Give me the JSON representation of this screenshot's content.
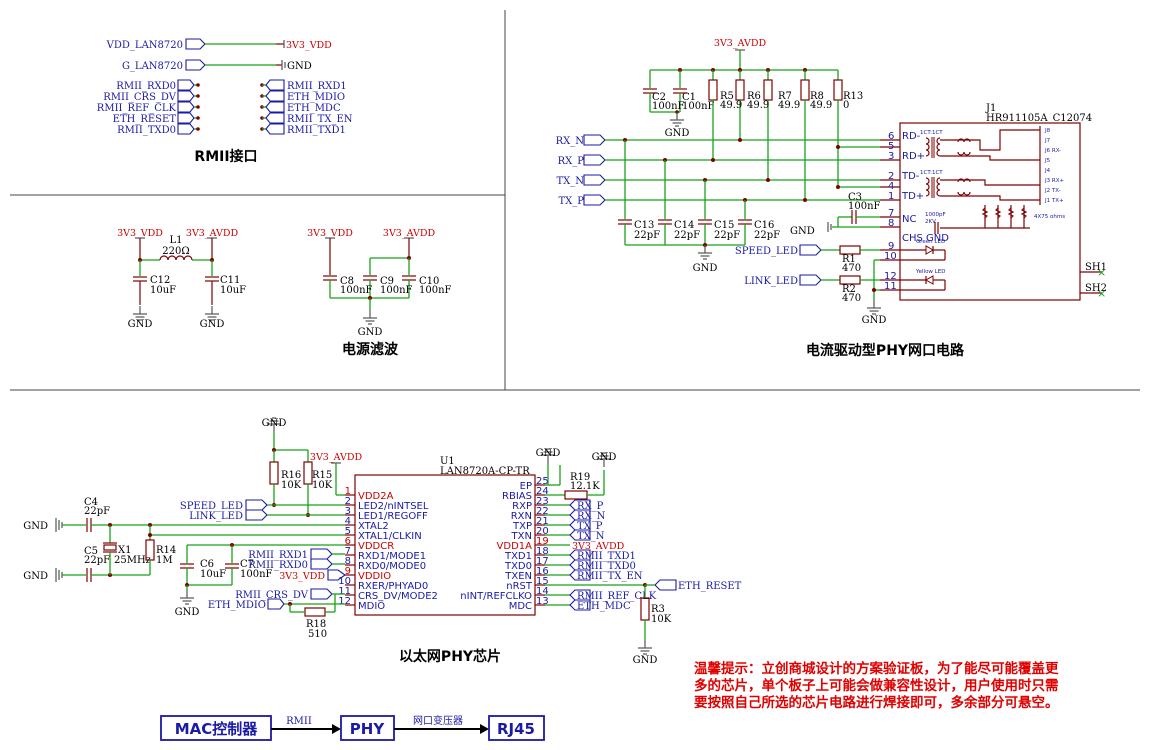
{
  "sections": {
    "rmii": {
      "title": "RMII接口"
    },
    "power": {
      "title": "电源滤波"
    },
    "phy_drive": {
      "title": "电流驱动型PHY网口电路"
    },
    "chip": {
      "title": "以太网PHY芯片"
    }
  },
  "rmii_interface": {
    "power_ports": [
      {
        "port": "VDD_LAN8720",
        "net": "3V3_VDD"
      },
      {
        "port": "G_LAN8720",
        "net": "GND"
      }
    ],
    "left_ports": [
      "RMII_RXD0",
      "RMII_CRS_DV",
      "RMII_REF_CLK",
      "ETH_RESET",
      "RMII_TXD0"
    ],
    "right_ports": [
      "RMII_RXD1",
      "ETH_MDIO",
      "ETH_MDC",
      "RMII_TX_EN",
      "RMII_TXD1"
    ]
  },
  "power_filter": {
    "left_net": "3V3_VDD",
    "right_net": "3V3_AVDD",
    "inductor": {
      "ref": "L1",
      "value": "220Ω"
    },
    "caps_a": [
      {
        "ref": "C12",
        "value": "10uF"
      },
      {
        "ref": "C11",
        "value": "10uF"
      }
    ],
    "left_net2": "3V3_VDD",
    "right_net2": "3V3_AVDD",
    "caps_b": [
      {
        "ref": "C8",
        "value": "100nF"
      },
      {
        "ref": "C9",
        "value": "100nF"
      },
      {
        "ref": "C10",
        "value": "100nF"
      }
    ],
    "gnd": "GND"
  },
  "phy_circuit": {
    "supply_net": "3V3_AVDD",
    "top_caps": [
      {
        "ref": "C2",
        "value": "100nF"
      },
      {
        "ref": "C1",
        "value": "100nF"
      }
    ],
    "resistors": [
      {
        "ref": "R5",
        "value": "49.9"
      },
      {
        "ref": "R6",
        "value": "49.9"
      },
      {
        "ref": "R7",
        "value": "49.9"
      },
      {
        "ref": "R8",
        "value": "49.9"
      },
      {
        "ref": "R13",
        "value": "0"
      }
    ],
    "signal_ports": [
      "RX_N",
      "RX_P",
      "TX_N",
      "TX_P"
    ],
    "bottom_caps": [
      {
        "ref": "C13",
        "value": "22pF"
      },
      {
        "ref": "C14",
        "value": "22pF"
      },
      {
        "ref": "C15",
        "value": "22pF"
      },
      {
        "ref": "C16",
        "value": "22pF"
      }
    ],
    "c3": {
      "ref": "C3",
      "value": "100nF"
    },
    "led_ports": [
      "SPEED_LED",
      "LINK_LED"
    ],
    "led_resistors": [
      {
        "ref": "R1",
        "value": "470"
      },
      {
        "ref": "R2",
        "value": "470"
      }
    ],
    "gnd": "GND",
    "connector": {
      "ref": "J1",
      "part": "HR911105A_C12074",
      "pins": [
        {
          "num": "6",
          "name": "RD-"
        },
        {
          "num": "5",
          "name": ""
        },
        {
          "num": "3",
          "name": "RD+"
        },
        {
          "num": "2",
          "name": "TD-"
        },
        {
          "num": "4",
          "name": ""
        },
        {
          "num": "1",
          "name": "TD+"
        },
        {
          "num": "7",
          "name": "NC"
        },
        {
          "num": "8",
          "name": "CHS GND"
        },
        {
          "num": "9",
          "name": ""
        },
        {
          "num": "10",
          "name": ""
        },
        {
          "num": "12",
          "name": ""
        },
        {
          "num": "11",
          "name": ""
        }
      ],
      "shield": [
        "SH1",
        "SH2"
      ],
      "inner_labels": [
        "1CT:1CT",
        "1CT:1CT",
        "1000pF",
        "2KV",
        "Green LED",
        "Yellow LED",
        "4X75 ohms"
      ],
      "rj_pins": [
        "J8",
        "J7",
        "J6 RX-",
        "J5",
        "J4",
        "J3 RX+",
        "J2 TX-",
        "J1 TX+"
      ]
    }
  },
  "phy_chip": {
    "ref": "U1",
    "part": "LAN8720A-CP-TR",
    "left_pins": [
      {
        "num": "1",
        "name": "VDD2A",
        "red": true
      },
      {
        "num": "2",
        "name": "LED2/nINTSEL",
        "red": false
      },
      {
        "num": "3",
        "name": "LED1/REGOFF",
        "red": false
      },
      {
        "num": "4",
        "name": "XTAL2",
        "red": false
      },
      {
        "num": "5",
        "name": "XTAL1/CLKIN",
        "red": false
      },
      {
        "num": "6",
        "name": "VDDCR",
        "red": true
      },
      {
        "num": "7",
        "name": "RXD1/MODE1",
        "red": false
      },
      {
        "num": "8",
        "name": "RXD0/MODE0",
        "red": false
      },
      {
        "num": "9",
        "name": "VDDIO",
        "red": true
      },
      {
        "num": "10",
        "name": "RXER/PHYAD0",
        "red": false
      },
      {
        "num": "11",
        "name": "CRS_DV/MODE2",
        "red": false
      },
      {
        "num": "12",
        "name": "MDIO",
        "red": false
      }
    ],
    "right_pins": [
      {
        "num": "25",
        "name": "EP",
        "red": false
      },
      {
        "num": "24",
        "name": "RBIAS",
        "red": false
      },
      {
        "num": "23",
        "name": "RXP",
        "red": false
      },
      {
        "num": "22",
        "name": "RXN",
        "red": false
      },
      {
        "num": "21",
        "name": "TXP",
        "red": false
      },
      {
        "num": "20",
        "name": "TXN",
        "red": false
      },
      {
        "num": "19",
        "name": "VDD1A",
        "red": true
      },
      {
        "num": "18",
        "name": "TXD1",
        "red": false
      },
      {
        "num": "17",
        "name": "TXD0",
        "red": false
      },
      {
        "num": "16",
        "name": "TXEN",
        "red": false
      },
      {
        "num": "15",
        "name": "nRST",
        "red": false
      },
      {
        "num": "14",
        "name": "nINT/REFCLKO",
        "red": false
      },
      {
        "num": "13",
        "name": "MDC",
        "red": false
      }
    ],
    "right_nets": [
      "",
      "",
      "RX_P",
      "RX_N",
      "TX_P",
      "TX_N",
      "3V3_AVDD",
      "RMII_TXD1",
      "RMII_TXD0",
      "RMII_TX_EN",
      "",
      "RMII_REF_CLK",
      "ETH_MDC"
    ],
    "left_ports": [
      "SPEED_LED",
      "LINK_LED",
      "RMII_RXD1",
      "RMII_RXD0",
      "3V3_VDD",
      "RMII_CRS_DV",
      "ETH_MDIO"
    ],
    "supply_net": "3V3_AVDD",
    "resistors": [
      {
        "ref": "R16",
        "value": "10K"
      },
      {
        "ref": "R15",
        "value": "10K"
      },
      {
        "ref": "R14",
        "value": "1M"
      },
      {
        "ref": "R18",
        "value": "510"
      },
      {
        "ref": "R19",
        "value": "12.1K"
      },
      {
        "ref": "R3",
        "value": "10K"
      }
    ],
    "caps": [
      {
        "ref": "C4",
        "value": "22pF"
      },
      {
        "ref": "C5",
        "value": "22pF"
      },
      {
        "ref": "C6",
        "value": "10uF"
      },
      {
        "ref": "C7",
        "value": "100nF"
      }
    ],
    "crystal": {
      "ref": "X1",
      "value": "25MHz"
    },
    "reset_port": "ETH_RESET",
    "gnd": "GND"
  },
  "note": {
    "lines": [
      "温馨提示：立创商城设计的方案验证板，为了能尽可能覆盖更",
      "多的芯片，单个板子上可能会做兼容性设计，用户使用时只需",
      "要按照自己所选的芯片电路进行焊接即可，多余部分可悬空。"
    ]
  },
  "flow": {
    "blocks": [
      "MAC控制器",
      "PHY",
      "RJ45"
    ],
    "links": [
      "RMII",
      "网口变压器"
    ]
  },
  "colors": {
    "wire": "#19a019",
    "device": "#800000",
    "net_label": "#cc0000",
    "text": "#1a1aa6",
    "note": "#e00000"
  }
}
